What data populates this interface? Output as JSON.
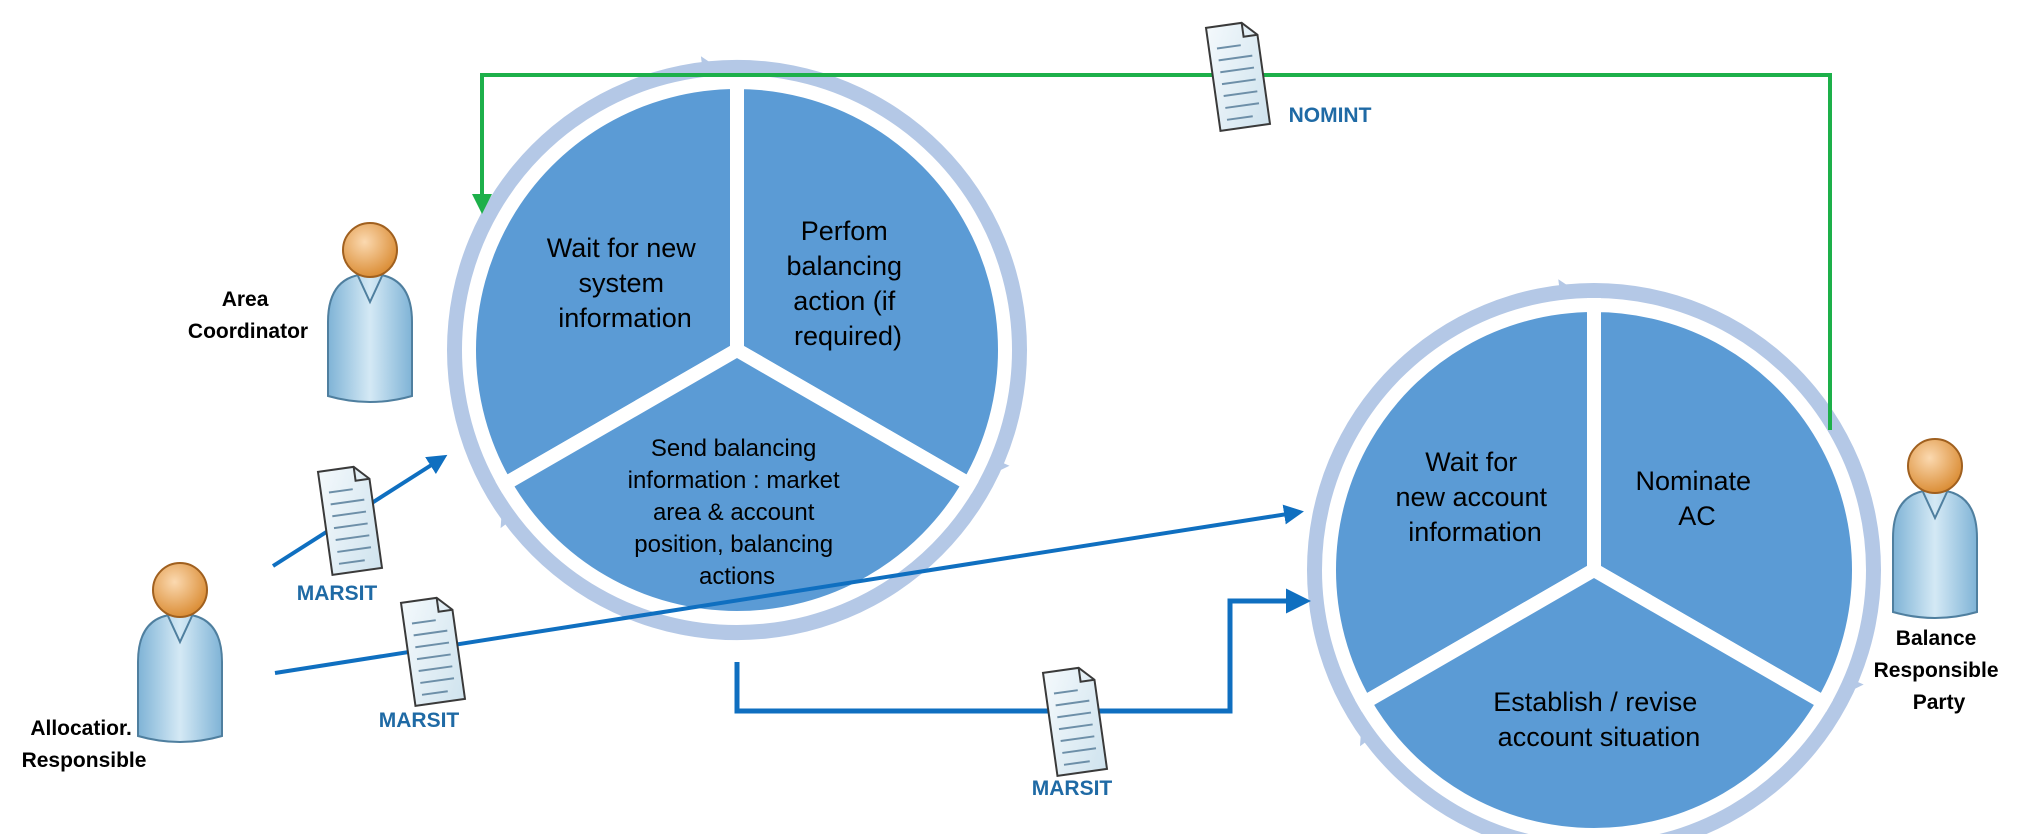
{
  "actors": {
    "area_coordinator": [
      "Area",
      "Coordinator"
    ],
    "allocation_responsible": [
      "Allocatior.",
      "Responsible"
    ],
    "balance_responsible_party": [
      "Balance",
      "Responsible",
      "Party"
    ]
  },
  "cycle_left": {
    "wait": [
      "Wait for new",
      "system",
      "information"
    ],
    "perform": [
      "Perfom",
      "balancing",
      "action (if",
      "required)"
    ],
    "send": [
      "Send balancing",
      "information : market",
      "area & account",
      "position, balancing",
      "actions"
    ]
  },
  "cycle_right": {
    "wait": [
      "Wait for",
      "new account",
      "information"
    ],
    "nominate": [
      "Nominate",
      "AC"
    ],
    "establish": [
      "Establish / revise",
      "account situation"
    ]
  },
  "messages": {
    "nomint": "NOMINT",
    "marsit_1": "MARSIT",
    "marsit_2": "MARSIT",
    "marsit_3": "MARSIT"
  },
  "colors": {
    "segment": "#5b9bd5",
    "ring": "#b4c8e6",
    "flow_blue": "#0f6fc0",
    "flow_green": "#1db04a",
    "label_blue": "#1f6aa5"
  }
}
